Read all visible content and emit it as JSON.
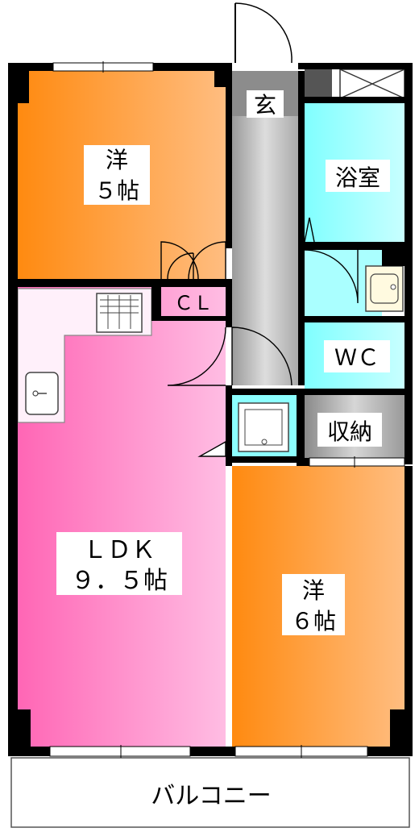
{
  "rooms": {
    "western_room_1": {
      "name": "洋",
      "size": "５帖"
    },
    "entrance": {
      "name": "玄"
    },
    "bathroom": {
      "name": "浴室"
    },
    "closet": {
      "name": "ＣＬ"
    },
    "toilet": {
      "name": "ＷＣ"
    },
    "storage": {
      "name": "収納"
    },
    "ldk": {
      "name": "ＬＤＫ",
      "size": "９．５帖"
    },
    "western_room_2": {
      "name": "洋",
      "size": "６帖"
    },
    "balcony": {
      "name": "バルコニー"
    }
  },
  "colors": {
    "western_room_orange_dark": "#ff8a10",
    "western_room_orange_light": "#ffbd80",
    "ldk_pink_dark": "#ff66b5",
    "ldk_pink_light": "#ffbde3",
    "wet_area_cyan": "#80ffff",
    "entrance_gray": "#aaaaaa",
    "wall": "#000000",
    "kitchen_counter": "#fff0fa"
  }
}
